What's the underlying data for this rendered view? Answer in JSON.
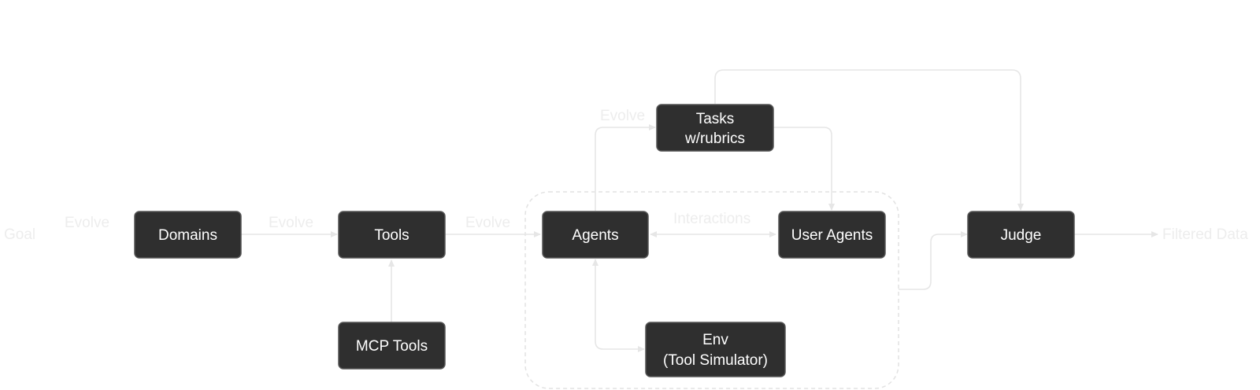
{
  "labels": {
    "goal": "Goal",
    "evolve_goal_domains": "Evolve",
    "evolve_domains_tools": "Evolve",
    "evolve_tools_agents": "Evolve",
    "evolve_agents_tasks": "Evolve",
    "interactions": "Interactions",
    "filtered_data": "Filtered Data"
  },
  "nodes": {
    "domains": [
      "Domains"
    ],
    "tools": [
      "Tools"
    ],
    "mcp_tools": [
      "MCP Tools"
    ],
    "agents": [
      "Agents"
    ],
    "user_agents": [
      "User Agents"
    ],
    "tasks": [
      "Tasks",
      "w/rubrics"
    ],
    "env": [
      "Env",
      "(Tool Simulator)"
    ],
    "judge": [
      "Judge"
    ]
  },
  "colors": {
    "node_fill": "#2f2f2f",
    "node_text": "#ffffff",
    "edge": "#e6e6e6",
    "faint_label": "#ededed"
  }
}
